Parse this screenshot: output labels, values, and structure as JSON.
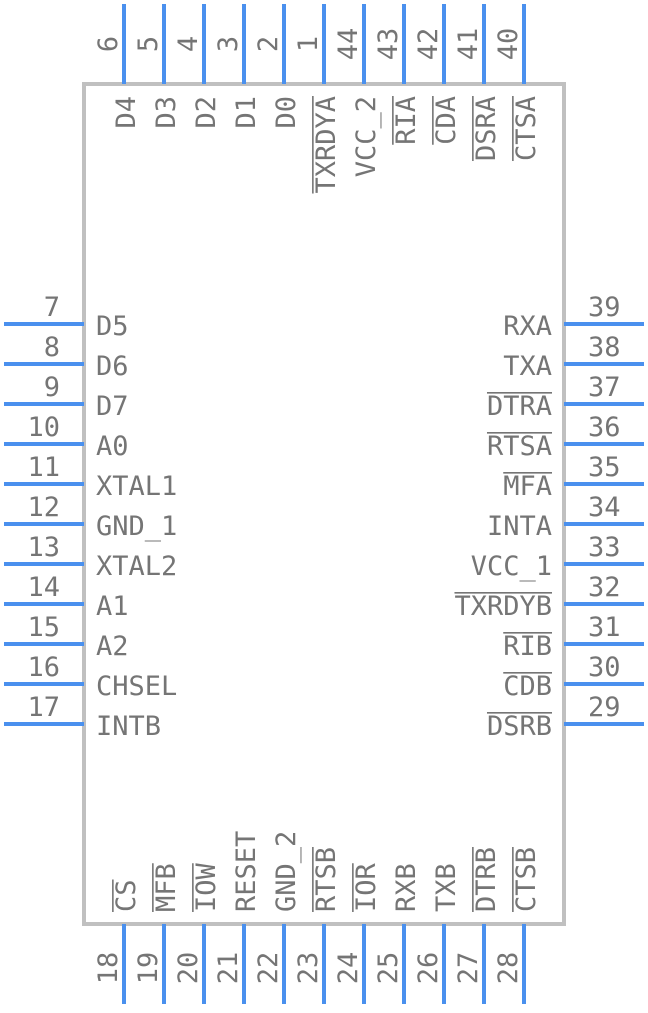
{
  "colors": {
    "pin": "#4a90ee",
    "body_stroke": "#c0c0c0",
    "text": "#757575",
    "background": "#ffffff"
  },
  "pins": {
    "top": [
      {
        "num": "6",
        "name": "D4"
      },
      {
        "num": "5",
        "name": "D3"
      },
      {
        "num": "4",
        "name": "D2"
      },
      {
        "num": "3",
        "name": "D1"
      },
      {
        "num": "2",
        "name": "D0"
      },
      {
        "num": "1",
        "name": "TXRDYA",
        "bar": [
          0,
          6
        ]
      },
      {
        "num": "44",
        "name": "VCC_2"
      },
      {
        "num": "43",
        "name": "RIA",
        "bar": [
          0,
          3
        ]
      },
      {
        "num": "42",
        "name": "CDA",
        "bar": [
          0,
          3
        ]
      },
      {
        "num": "41",
        "name": "DSRA",
        "bar": [
          0,
          4
        ]
      },
      {
        "num": "40",
        "name": "CTSA",
        "bar": [
          0,
          4
        ]
      }
    ],
    "left": [
      {
        "num": "7",
        "name": "D5"
      },
      {
        "num": "8",
        "name": "D6"
      },
      {
        "num": "9",
        "name": "D7"
      },
      {
        "num": "10",
        "name": "A0"
      },
      {
        "num": "11",
        "name": "XTAL1"
      },
      {
        "num": "12",
        "name": "GND_1"
      },
      {
        "num": "13",
        "name": "XTAL2"
      },
      {
        "num": "14",
        "name": "A1"
      },
      {
        "num": "15",
        "name": "A2"
      },
      {
        "num": "16",
        "name": "CHSEL"
      },
      {
        "num": "17",
        "name": "INTB"
      }
    ],
    "right": [
      {
        "num": "39",
        "name": "RXA"
      },
      {
        "num": "38",
        "name": "TXA"
      },
      {
        "num": "37",
        "name": "DTRA",
        "bar": [
          0,
          4
        ]
      },
      {
        "num": "36",
        "name": "RTSA",
        "bar": [
          0,
          4
        ]
      },
      {
        "num": "35",
        "name": "MFA",
        "bar": [
          0,
          3
        ]
      },
      {
        "num": "34",
        "name": "INTA"
      },
      {
        "num": "33",
        "name": "VCC_1"
      },
      {
        "num": "32",
        "name": "TXRDYB",
        "bar": [
          0,
          6
        ]
      },
      {
        "num": "31",
        "name": "RIB",
        "bar": [
          0,
          3
        ]
      },
      {
        "num": "30",
        "name": "CDB",
        "bar": [
          0,
          3
        ]
      },
      {
        "num": "29",
        "name": "DSRB",
        "bar": [
          0,
          4
        ]
      }
    ],
    "bottom": [
      {
        "num": "18",
        "name": "CS",
        "bar": [
          0,
          2
        ]
      },
      {
        "num": "19",
        "name": "MFB",
        "bar": [
          0,
          3
        ]
      },
      {
        "num": "20",
        "name": "IOW",
        "bar": [
          0,
          3
        ]
      },
      {
        "num": "21",
        "name": "RESET"
      },
      {
        "num": "22",
        "name": "GND_2"
      },
      {
        "num": "23",
        "name": "RTSB",
        "bar": [
          0,
          4
        ]
      },
      {
        "num": "24",
        "name": "IOR",
        "bar": [
          0,
          3
        ]
      },
      {
        "num": "25",
        "name": "RXB"
      },
      {
        "num": "26",
        "name": "TXB"
      },
      {
        "num": "27",
        "name": "DTRB",
        "bar": [
          0,
          4
        ]
      },
      {
        "num": "28",
        "name": "CTSB",
        "bar": [
          0,
          4
        ]
      }
    ]
  }
}
